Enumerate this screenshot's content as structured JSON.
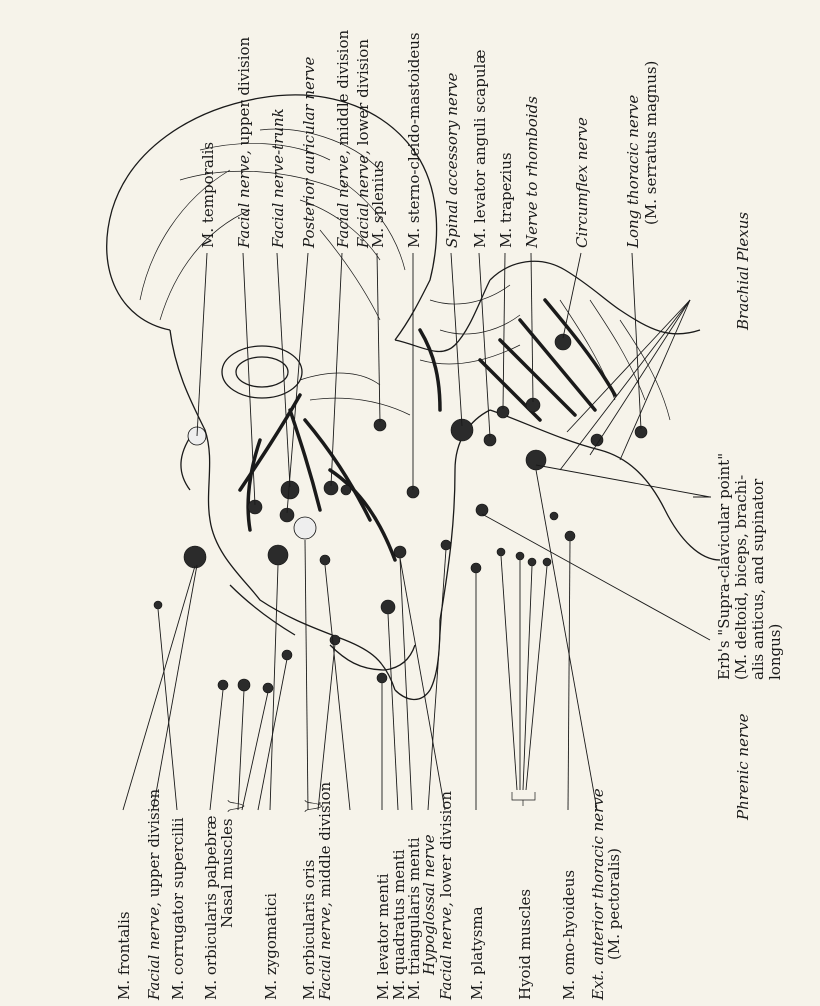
{
  "labels": {
    "temporalis": "M. temporalis",
    "facial_upper": "Facial nerve,",
    "facial_upper_div": " upper division",
    "facial_trunk": "Facial nerve-trunk",
    "post_auricular": "Posterior auricular nerve",
    "facial_middle": "Facial nerve,",
    "facial_middle_div": " middle division",
    "facial_lower": "Facial nerve,",
    "facial_lower_div": " lower division",
    "splenius": "M. splenius",
    "sternocleido": "M. sterno-cleido-mastoideus",
    "spinal_accessory": "Spinal accessory nerve",
    "levator_scapulae": "M. levator anguli scapulæ",
    "trapezius": "M. trapezius",
    "nerve_rhomboids": "Nerve to rhomboids",
    "circumflex": "Circumflex nerve",
    "long_thoracic": "Long thoracic nerve",
    "serratus": "(M. serratus magnus)",
    "brachial_plexus": "Brachial Plexus",
    "erb_1": "Erb's  \"Supra-clavicular  point\"",
    "erb_2": "(M.  deltoid,  biceps,  brachi-",
    "erb_3": "alis  anticus,  and  supinator",
    "erb_4": "longus)",
    "phrenic": "Phrenic nerve",
    "frontalis": "M. frontalis",
    "facial_upper_b": "Facial nerve,",
    "facial_upper_b_div": " upper division",
    "corrugator": "M. corrugator supercilii",
    "orbicularis_palp": "M. orbicularis palpebræ",
    "nasal": "Nasal muscles",
    "zygomatici": "M. zygomatici",
    "orbicularis_oris": "M. orbicularis oris",
    "facial_middle_b": "Facial nerve,",
    "facial_middle_b_div": " middle division",
    "levator_menti": "M. levator menti",
    "quadratus_menti": "M. quadratus menti",
    "triangularis_menti": "M. triangularis menti",
    "hypoglossal": "Hypoglossal nerve",
    "facial_lower_b": "Facial nerve,",
    "facial_lower_b_div": " lower division",
    "platysma": "M. platysma",
    "hyoid": "Hyoid muscles",
    "omo_hyoideus": "M. omo-hyoideus",
    "ext_anterior": "Ext. anterior thoracic nerve",
    "pectoralis": "(M. pectoralis)"
  }
}
